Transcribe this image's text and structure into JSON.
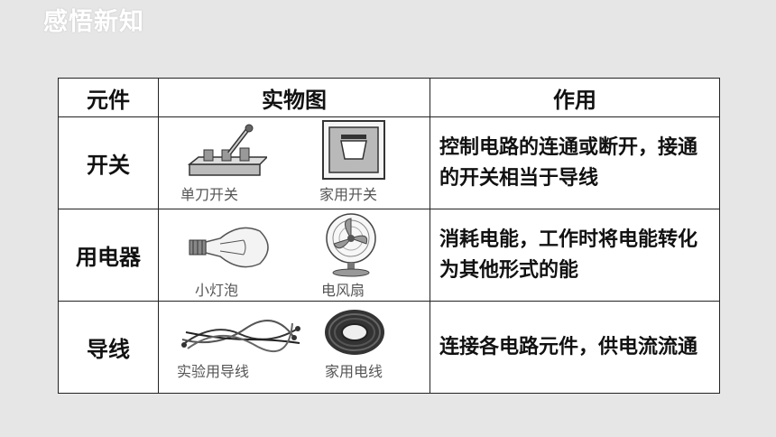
{
  "slide": {
    "title": "感悟新知"
  },
  "table": {
    "headers": [
      "元件",
      "实物图",
      "作用"
    ],
    "rows": [
      {
        "name": "开关",
        "captions": [
          "单刀开关",
          "家用开关"
        ],
        "function": "控制电路的连通或断开，接通的开关相当于导线"
      },
      {
        "name": "用电器",
        "captions": [
          "小灯泡",
          "电风扇"
        ],
        "function": "消耗电能，工作时将电能转化为其他形式的能"
      },
      {
        "name": "导线",
        "captions": [
          "实验用导线",
          "家用电线"
        ],
        "function": "连接各电路元件，供电流流通"
      }
    ]
  }
}
